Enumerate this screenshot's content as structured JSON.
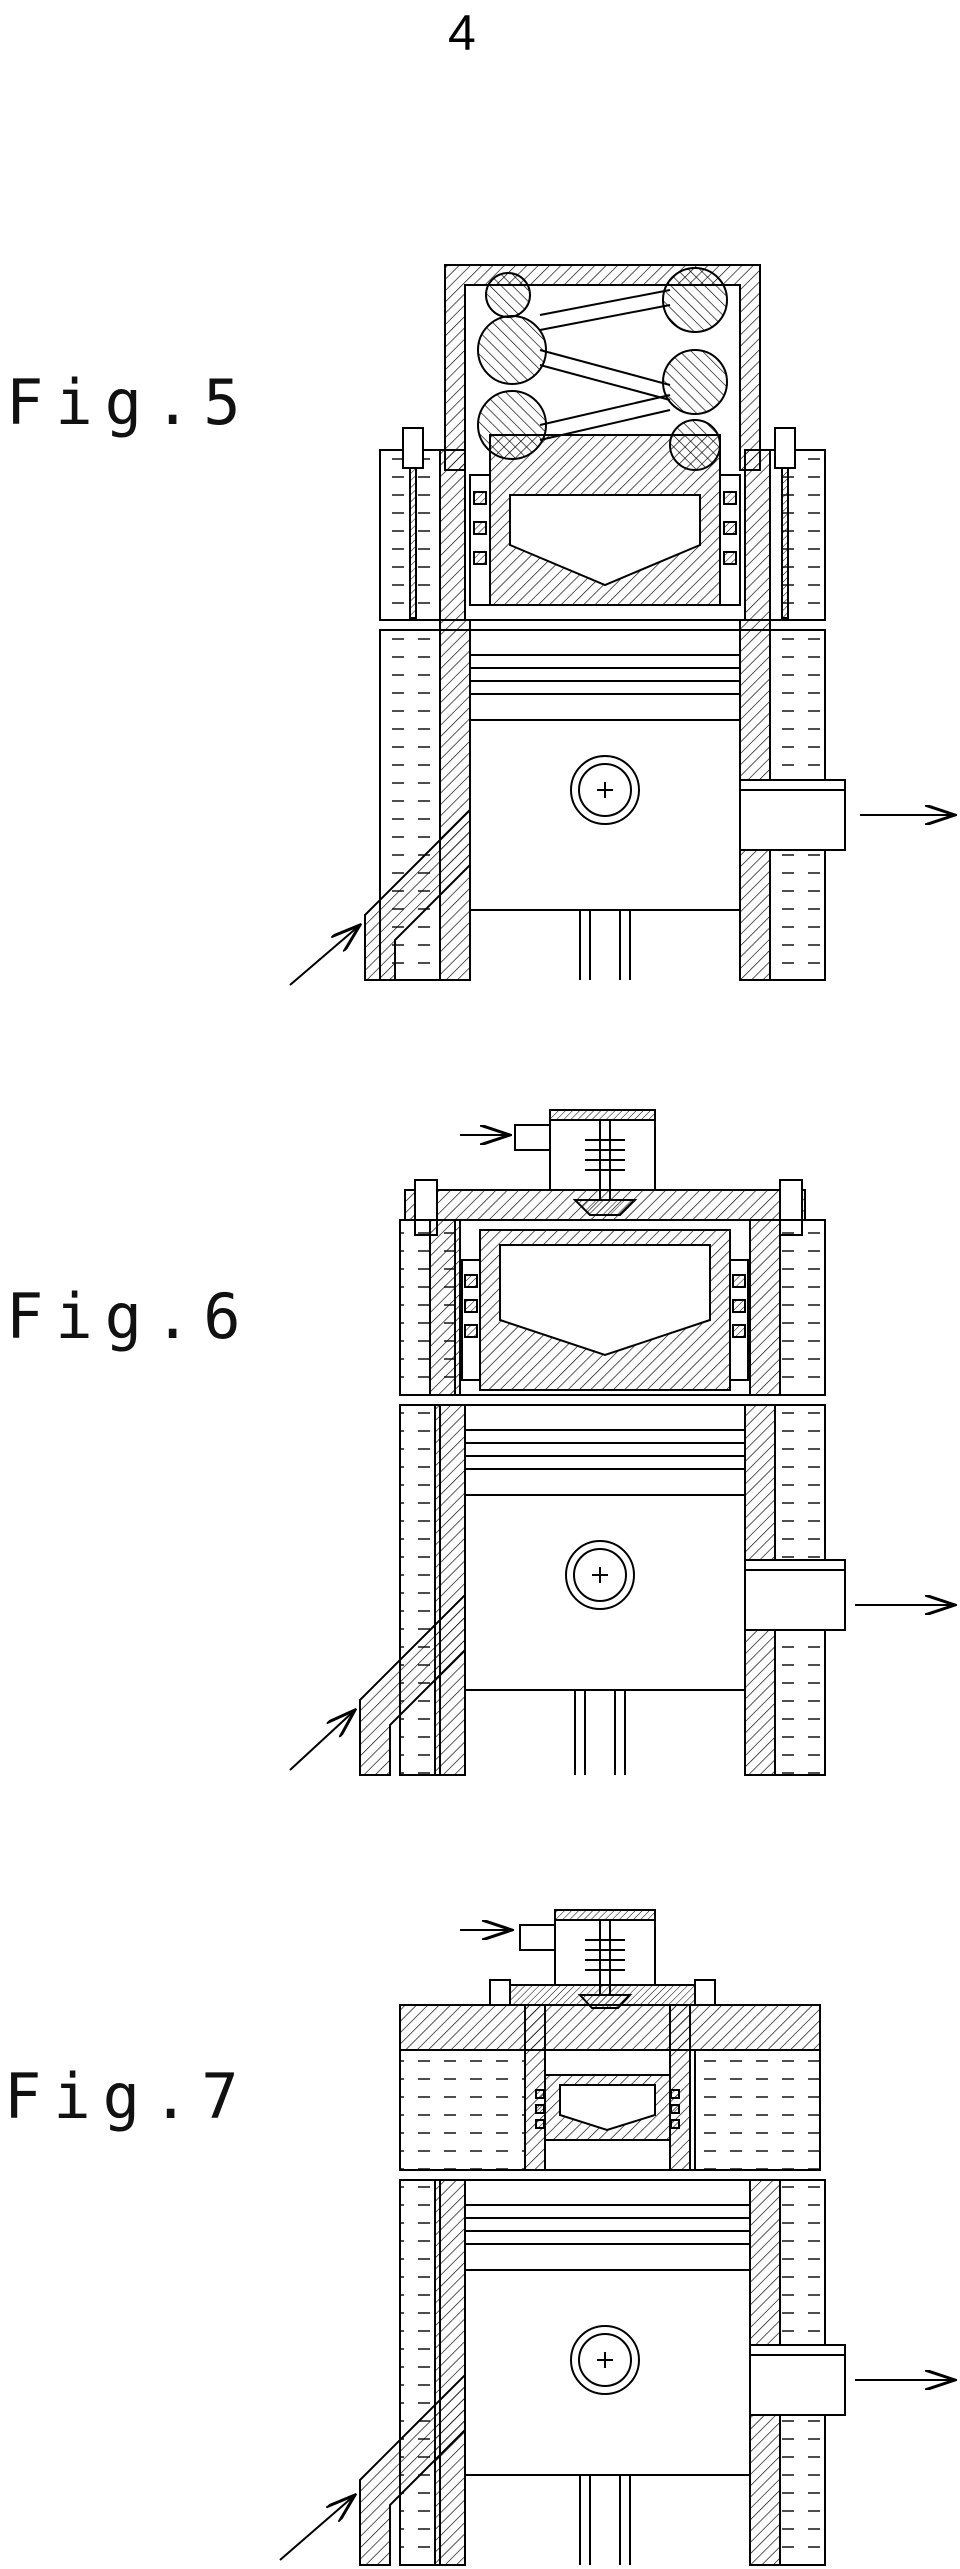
{
  "page": {
    "number": "4"
  },
  "figures": [
    {
      "id": "fig5",
      "label": "Fig.5"
    },
    {
      "id": "fig6",
      "label": "Fig.6"
    },
    {
      "id": "fig7",
      "label": "Fig.7"
    }
  ]
}
